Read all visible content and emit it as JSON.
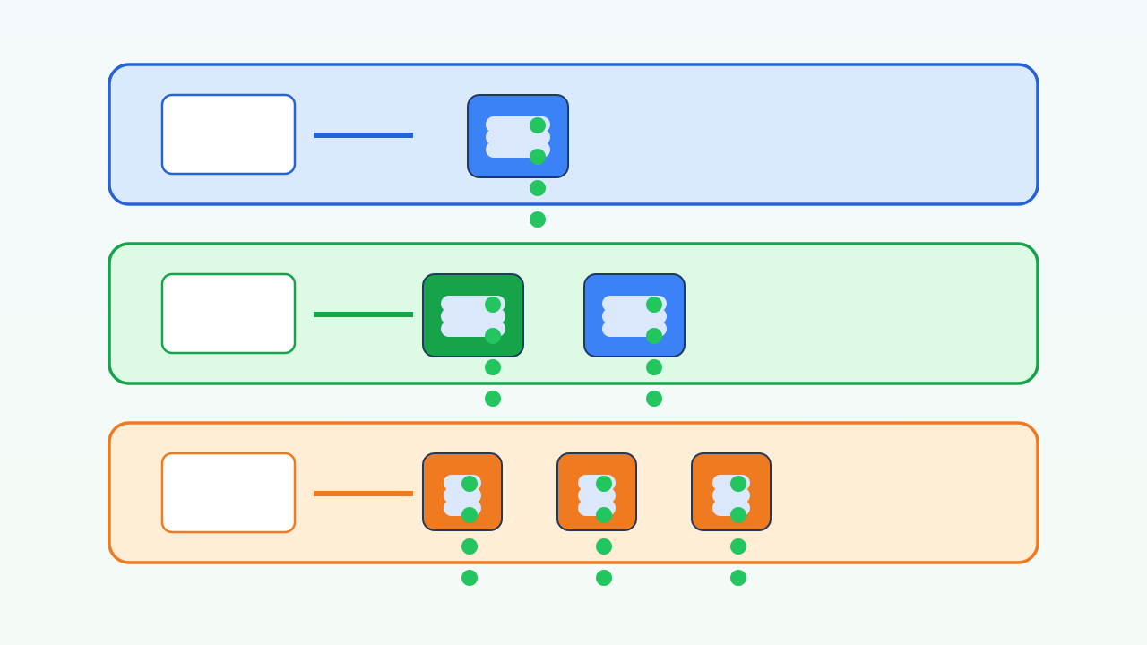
{
  "colors": {
    "background_top": "#f4f9fd",
    "background_bottom": "#f4faf4",
    "node_outline": "#1e3a5f",
    "node_inner": "#dbe7fb",
    "dot": "#22c55e",
    "label_box_fill": "#ffffff"
  },
  "tiers": [
    {
      "id": "tier-blue",
      "fill": "#dbe9fd",
      "stroke": "#2563d9",
      "nodes": [
        {
          "color": "#3b82f6"
        }
      ]
    },
    {
      "id": "tier-green",
      "fill": "#dcfae4",
      "stroke": "#16a34a",
      "nodes": [
        {
          "color": "#16a34a"
        },
        {
          "color": "#3b82f6"
        }
      ]
    },
    {
      "id": "tier-orange",
      "fill": "#ffedd5",
      "stroke": "#f07a1f",
      "nodes": [
        {
          "color": "#f07a1f"
        },
        {
          "color": "#f07a1f"
        },
        {
          "color": "#f07a1f"
        }
      ]
    }
  ]
}
